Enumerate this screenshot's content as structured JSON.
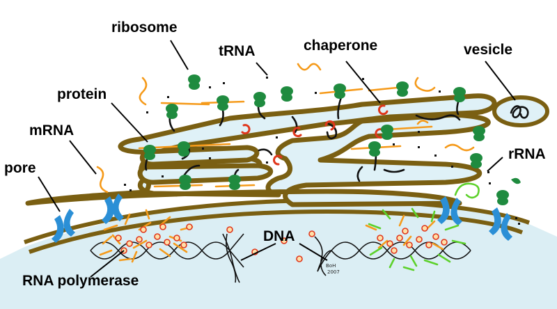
{
  "labels": {
    "ribosome": "ribosome",
    "trna": "tRNA",
    "chaperone": "chaperone",
    "vesicle": "vesicle",
    "protein": "protein",
    "mrna": "mRNA",
    "rrna": "rRNA",
    "pore": "pore",
    "dna": "DNA",
    "rna_polymerase": "RNA polymerase"
  },
  "signature": {
    "author": "BoH",
    "year": "2007"
  },
  "colors": {
    "membrane": "#7a5f12",
    "lumen": "#dff1f7",
    "nucleoplasm": "#dbeef4",
    "ribosome": "#1f8b3f",
    "pore": "#2b8fd6",
    "mrna": "#f59a1a",
    "rrna": "#5cd12a",
    "chaperone": "#e0361b",
    "protein": "#111111"
  }
}
